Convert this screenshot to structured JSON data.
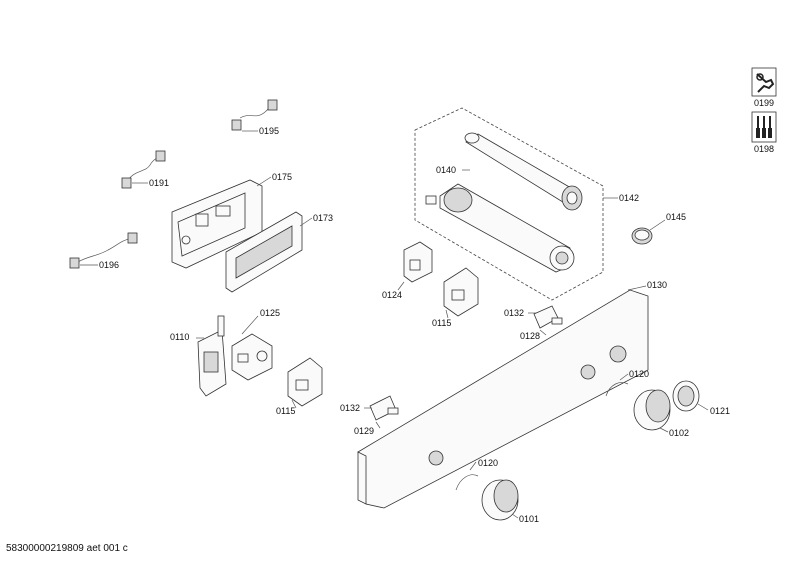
{
  "parts": [
    {
      "id": "p0195",
      "label": "0195"
    },
    {
      "id": "p0191",
      "label": "0191"
    },
    {
      "id": "p0175",
      "label": "0175"
    },
    {
      "id": "p0173",
      "label": "0173"
    },
    {
      "id": "p0196",
      "label": "0196"
    },
    {
      "id": "p0140",
      "label": "0140"
    },
    {
      "id": "p0142",
      "label": "0142"
    },
    {
      "id": "p0145",
      "label": "0145"
    },
    {
      "id": "p0124",
      "label": "0124"
    },
    {
      "id": "p0115a",
      "label": "0115"
    },
    {
      "id": "p0132a",
      "label": "0132"
    },
    {
      "id": "p0128",
      "label": "0128"
    },
    {
      "id": "p0130",
      "label": "0130"
    },
    {
      "id": "p0110",
      "label": "0110"
    },
    {
      "id": "p0125",
      "label": "0125"
    },
    {
      "id": "p0115b",
      "label": "0115"
    },
    {
      "id": "p0120a",
      "label": "0120"
    },
    {
      "id": "p0121",
      "label": "0121"
    },
    {
      "id": "p0102",
      "label": "0102"
    },
    {
      "id": "p0132b",
      "label": "0132"
    },
    {
      "id": "p0129",
      "label": "0129"
    },
    {
      "id": "p0120b",
      "label": "0120"
    },
    {
      "id": "p0101",
      "label": "0101"
    }
  ],
  "tools": [
    {
      "id": "t0199",
      "label": "0199",
      "icon": "wrench-icon"
    },
    {
      "id": "t0198",
      "label": "0198",
      "icon": "screwdriver-set-icon"
    }
  ],
  "footer": "58300000219809 aet 001 c"
}
